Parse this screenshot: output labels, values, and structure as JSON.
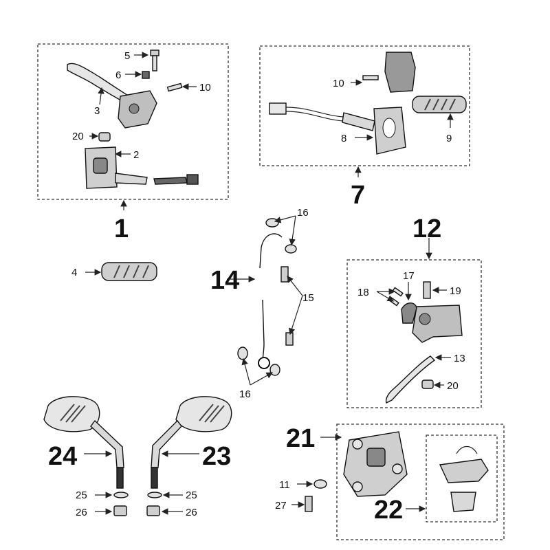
{
  "labels": {
    "l1": "1",
    "l2": "2",
    "l3": "3",
    "l4": "4",
    "l5": "5",
    "l6": "6",
    "l7": "7",
    "l8": "8",
    "l9": "9",
    "l10a": "10",
    "l10b": "10",
    "l11": "11",
    "l12": "12",
    "l13": "13",
    "l14": "14",
    "l15": "15",
    "l16a": "16",
    "l16b": "16",
    "l17": "17",
    "l18": "18",
    "l19": "19",
    "l20a": "20",
    "l20b": "20",
    "l21": "21",
    "l22": "22",
    "l23": "23",
    "l24": "24",
    "l25a": "25",
    "l25b": "25",
    "l26a": "26",
    "l26b": "26",
    "l27": "27"
  },
  "colors": {
    "ink": "#111111",
    "part_fill": "#d9d9d9",
    "dark_fill": "#555555"
  }
}
